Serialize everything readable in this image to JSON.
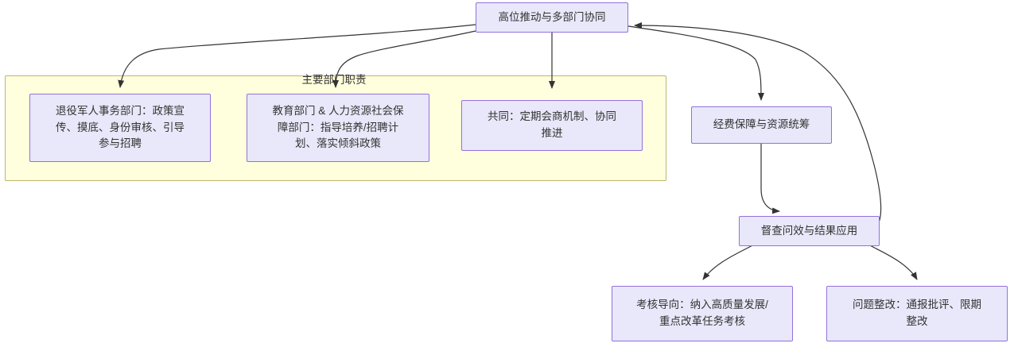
{
  "diagram": {
    "type": "flowchart",
    "direction": "top-down",
    "title": "",
    "theme": {
      "node_fill": "#e8e8fa",
      "node_stroke": "#9370db",
      "cluster_fill": "#ffffde",
      "cluster_stroke": "#bdb76b",
      "edge_stroke": "#333333",
      "text_color": "#333333",
      "background": "#ffffff"
    },
    "clusters": [
      {
        "id": "cluster-main-duties",
        "label": "主要部门职责"
      }
    ],
    "nodes": [
      {
        "id": "n-top",
        "label": "高位推动与多部门协同"
      },
      {
        "id": "n-veterans",
        "label": "退役军人事务部门：政策宣\n传、摸底、身份审核、引导\n参与招聘"
      },
      {
        "id": "n-edu-hr",
        "label": "教育部门 & 人力资源社会保\n障部门：指导培养/招聘计\n划、落实倾斜政策"
      },
      {
        "id": "n-joint",
        "label": "共同：定期会商机制、协同\n推进"
      },
      {
        "id": "n-funding",
        "label": "经费保障与资源统筹"
      },
      {
        "id": "n-supervision",
        "label": "督查问效与结果应用"
      },
      {
        "id": "n-assessment",
        "label": "考核导向：纳入高质量发展/\n重点改革任务考核"
      },
      {
        "id": "n-rectification",
        "label": "问题整改：通报批评、限期\n整改"
      }
    ],
    "edges": [
      {
        "from": "n-top",
        "to": "n-veterans",
        "label": ""
      },
      {
        "from": "n-top",
        "to": "n-edu-hr",
        "label": ""
      },
      {
        "from": "n-top",
        "to": "n-joint",
        "label": ""
      },
      {
        "from": "n-top",
        "to": "n-funding",
        "label": ""
      },
      {
        "from": "n-funding",
        "to": "n-supervision",
        "label": ""
      },
      {
        "from": "n-supervision",
        "to": "n-top",
        "label": ""
      },
      {
        "from": "n-supervision",
        "to": "n-assessment",
        "label": ""
      },
      {
        "from": "n-supervision",
        "to": "n-rectification",
        "label": ""
      }
    ]
  }
}
